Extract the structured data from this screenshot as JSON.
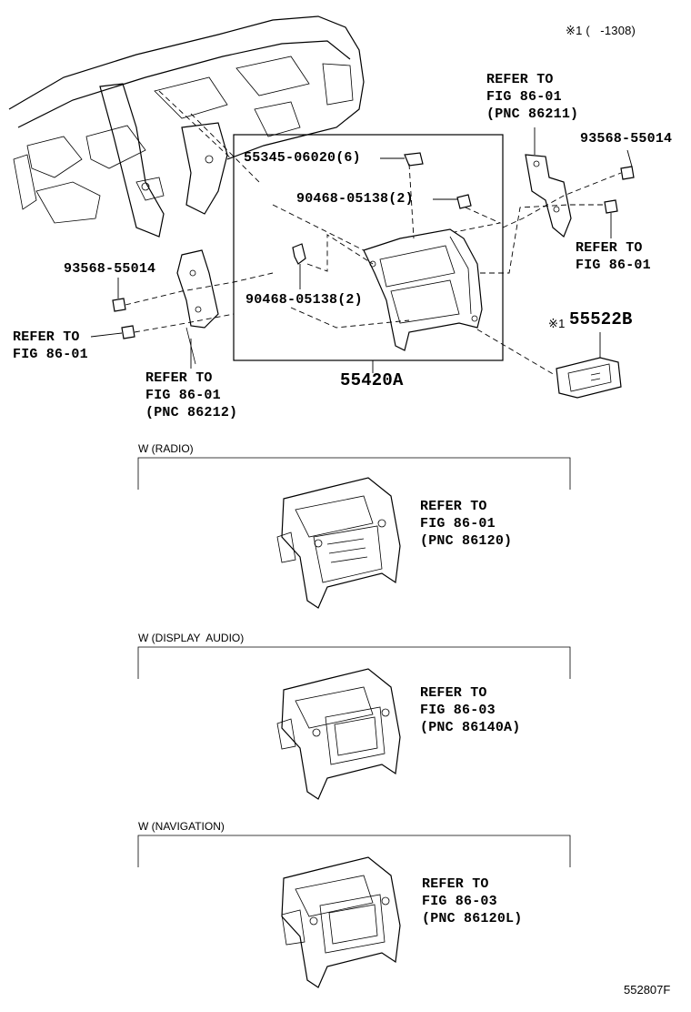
{
  "note_top": "※1 (   -1308)",
  "group_label": "55420A",
  "parts": {
    "clip": "55345-06020(6)",
    "nut_upper": "90468-05138(2)",
    "nut_lower": "90468-05138(2)",
    "screw_right": "93568-55014",
    "screw_left": "93568-55014",
    "switch_prefix": "※1",
    "switch": "55522B"
  },
  "refs": {
    "right_top": [
      "REFER TO",
      "FIG 86-01",
      "(PNC 86211)"
    ],
    "right_mid": [
      "REFER TO",
      "FIG 86-01"
    ],
    "left_side": [
      "REFER TO",
      "FIG 86-01"
    ],
    "left_bottom": [
      "REFER TO",
      "FIG 86-01",
      "(PNC 86212)"
    ]
  },
  "sections": [
    {
      "title": "W (RADIO)",
      "ref": [
        "REFER TO",
        "FIG 86-01",
        "(PNC 86120)"
      ]
    },
    {
      "title": "W (DISPLAY  AUDIO)",
      "ref": [
        "REFER TO",
        "FIG 86-03",
        "(PNC 86140A)"
      ]
    },
    {
      "title": "W (NAVIGATION)",
      "ref": [
        "REFER TO",
        "FIG 86-03",
        "(PNC 86120L)"
      ]
    }
  ],
  "figure_code": "552807F"
}
